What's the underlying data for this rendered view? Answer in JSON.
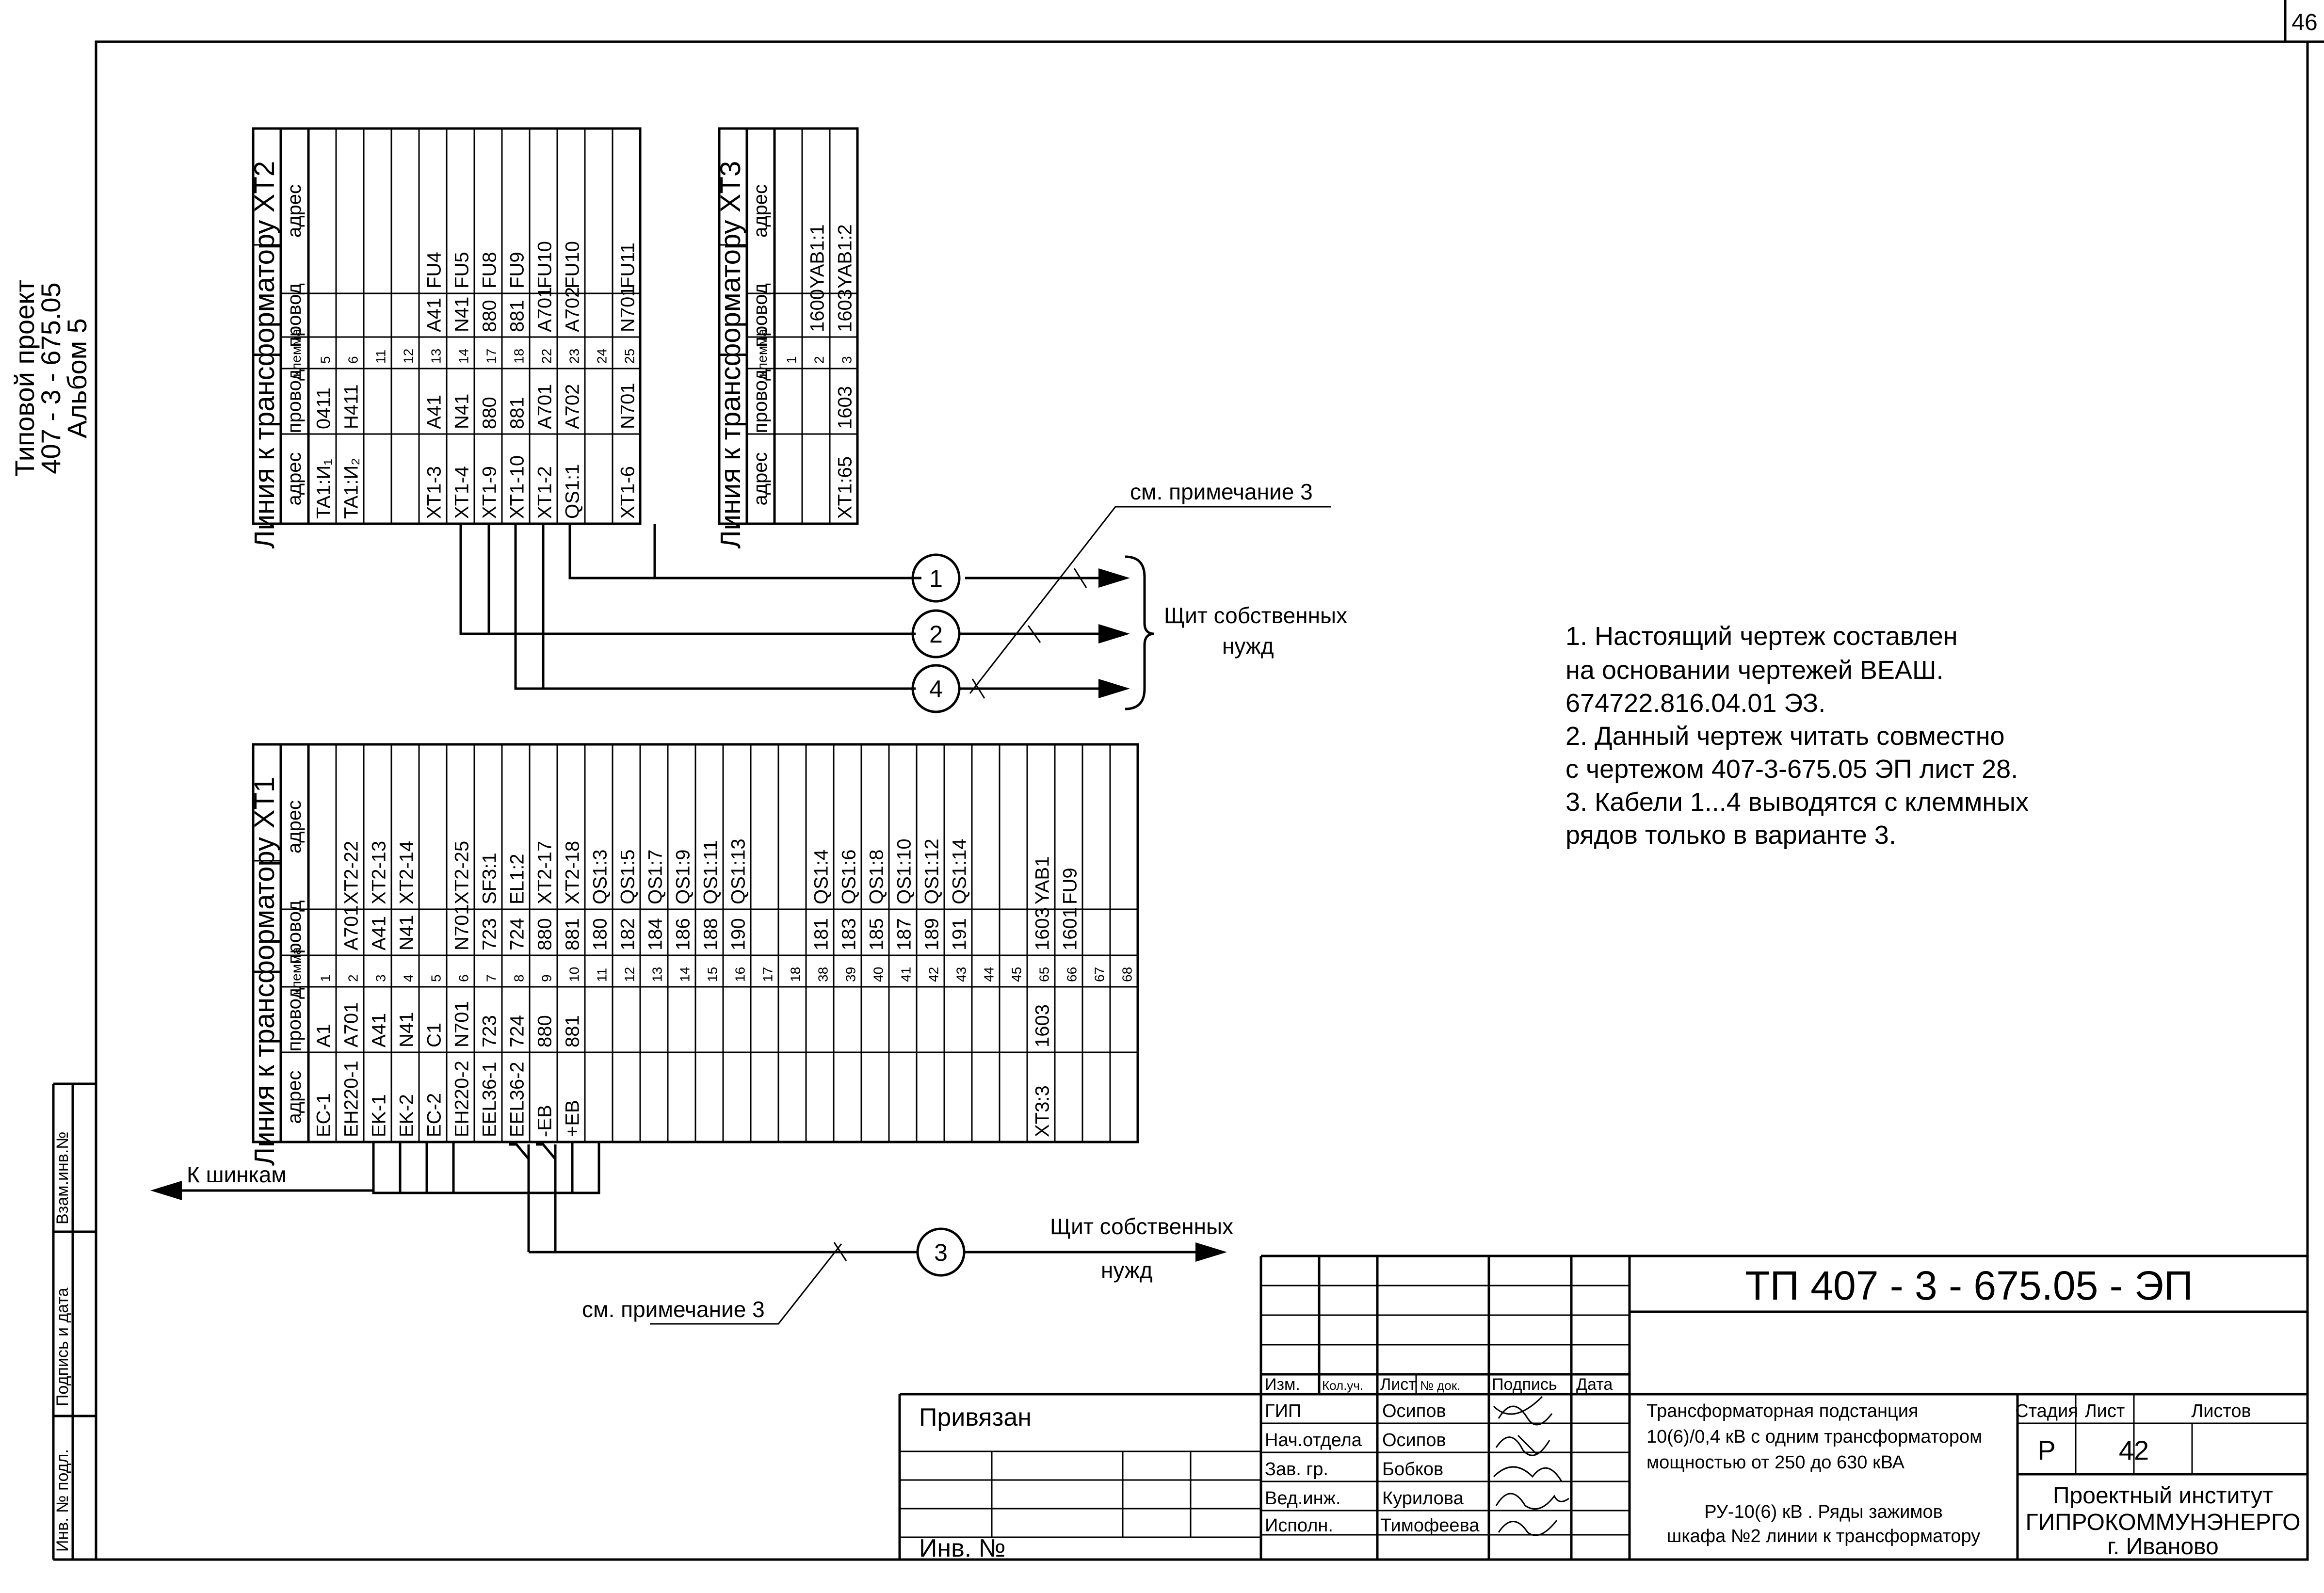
{
  "page_number": "46",
  "side_text": {
    "line1": "Типовой проект",
    "line2": "407 - 3 - 675.05",
    "line3": "Альбом  5"
  },
  "side_stamp": [
    "Инв. № подл.",
    "Подпись и дата",
    "Взам.инв.№"
  ],
  "xt2": {
    "title": "XT2",
    "line_header": "Линия к трансформатору",
    "col_headers": [
      "адрес",
      "провод",
      "клемма",
      "провод",
      "адрес"
    ],
    "rows": [
      [
        "TA1:И₁",
        "0411",
        "5",
        "",
        ""
      ],
      [
        "TA1:И₂",
        "Н411",
        "6",
        "",
        ""
      ],
      [
        "",
        "",
        "11",
        "",
        ""
      ],
      [
        "",
        "",
        "12",
        "",
        ""
      ],
      [
        "XT1-3",
        "A41",
        "13",
        "A41",
        "FU4"
      ],
      [
        "XT1-4",
        "N41",
        "14",
        "N41",
        "FU5"
      ],
      [
        "XT1-9",
        "880",
        "17",
        "880",
        "FU8"
      ],
      [
        "XT1-10",
        "881",
        "18",
        "881",
        "FU9"
      ],
      [
        "XT1-2",
        "A701",
        "22",
        "A701",
        "FU10"
      ],
      [
        "QS1:1",
        "A702",
        "23",
        "A702",
        "FU10"
      ],
      [
        "",
        "",
        "24",
        "",
        ""
      ],
      [
        "XT1-6",
        "N701",
        "25",
        "N701",
        "FU11"
      ]
    ]
  },
  "xt3": {
    "title": "XT3",
    "line_header": "Линия к трансформатору",
    "col_headers": [
      "адрес",
      "провод",
      "клемма",
      "провод",
      "адрес"
    ],
    "rows": [
      [
        "",
        "",
        "1",
        "",
        ""
      ],
      [
        "",
        "",
        "2",
        "1600",
        "YAB1:1"
      ],
      [
        "XT1:65",
        "1603",
        "3",
        "1603",
        "YAB1:2"
      ]
    ]
  },
  "xt1": {
    "title": "XT1",
    "line_header": "Линия к трансформатору",
    "col_headers": [
      "адрес",
      "провод",
      "клемма",
      "провод",
      "адрес"
    ],
    "rows": [
      [
        "EC-1",
        "A1",
        "1",
        "",
        ""
      ],
      [
        "EH220-1",
        "A701",
        "2",
        "A701",
        "XT2-22"
      ],
      [
        "EK-1",
        "A41",
        "3",
        "A41",
        "XT2-13"
      ],
      [
        "EK-2",
        "N41",
        "4",
        "N41",
        "XT2-14"
      ],
      [
        "EC-2",
        "C1",
        "5",
        "",
        ""
      ],
      [
        "EH220-2",
        "N701",
        "6",
        "N701",
        "XT2-25"
      ],
      [
        "EEL36-1",
        "723",
        "7",
        "723",
        "SF3:1"
      ],
      [
        "EEL36-2",
        "724",
        "8",
        "724",
        "EL1:2"
      ],
      [
        "-EB",
        "880",
        "9",
        "880",
        "XT2-17"
      ],
      [
        "+EB",
        "881",
        "10",
        "881",
        "XT2-18"
      ],
      [
        "",
        "",
        "11",
        "180",
        "QS1:3"
      ],
      [
        "",
        "",
        "12",
        "182",
        "QS1:5"
      ],
      [
        "",
        "",
        "13",
        "184",
        "QS1:7"
      ],
      [
        "",
        "",
        "14",
        "186",
        "QS1:9"
      ],
      [
        "",
        "",
        "15",
        "188",
        "QS1:11"
      ],
      [
        "",
        "",
        "16",
        "190",
        "QS1:13"
      ],
      [
        "",
        "",
        "17",
        "",
        ""
      ],
      [
        "",
        "",
        "18",
        "",
        ""
      ],
      [
        "",
        "",
        "38",
        "181",
        "QS1:4"
      ],
      [
        "",
        "",
        "39",
        "183",
        "QS1:6"
      ],
      [
        "",
        "",
        "40",
        "185",
        "QS1:8"
      ],
      [
        "",
        "",
        "41",
        "187",
        "QS1:10"
      ],
      [
        "",
        "",
        "42",
        "189",
        "QS1:12"
      ],
      [
        "",
        "",
        "43",
        "191",
        "QS1:14"
      ],
      [
        "",
        "",
        "44",
        "",
        ""
      ],
      [
        "",
        "",
        "45",
        "",
        ""
      ],
      [
        "XT3:3",
        "1603",
        "65",
        "1603",
        "YAB1"
      ],
      [
        "",
        "",
        "66",
        "1601",
        "FU9"
      ],
      [
        "",
        "",
        "67",
        "",
        ""
      ],
      [
        "",
        "",
        "68",
        "",
        ""
      ]
    ]
  },
  "cables": {
    "c1": "1",
    "c2": "2",
    "c3": "3",
    "c4": "4"
  },
  "labels": {
    "note_ref_top": "см. примечание 3",
    "note_ref_bottom": "см. примечание 3",
    "shield_top_1": "Щит собственных",
    "shield_top_2": "нужд",
    "shield_bottom_1": "Щит собственных",
    "shield_bottom_2": "нужд",
    "to_busbars": "К шинкам"
  },
  "notes": [
    "1. Настоящий чертеж составлен",
    "на основании чертежей ВЕАШ.",
    "674722.816.04.01 ЭЗ.",
    "2. Данный чертеж читать совместно",
    "с чертежом 407-3-675.05 ЭП лист 28.",
    "3. Кабели 1...4 выводятся с клеммных",
    "рядов только  в варианте 3."
  ],
  "title_block": {
    "doc_code": "ТП  407 - 3 - 675.05 - ЭП",
    "tied": "Привязан",
    "inv_no": "Инв. №",
    "head": [
      "Изм.",
      "Кол.уч.",
      "Лист",
      "№ док.",
      "Подпись",
      "Дата"
    ],
    "people": [
      [
        "ГИП",
        "Осипов"
      ],
      [
        "Нач.отдела",
        "Осипов"
      ],
      [
        "Зав. гр.",
        "Бобков"
      ],
      [
        "Вед.инж.",
        "Курилова"
      ],
      [
        "Исполн.",
        "Тимофеева"
      ]
    ],
    "object_1": "Трансформаторная подстанция",
    "object_2": "10(6)/0,4 кВ с одним трансформатором",
    "object_3": "мощностью от 250 до 630 кВА",
    "sheet_title_1": "РУ-10(6) кВ . Ряды зажимов",
    "sheet_title_2": "шкафа №2 линии к трансформатору",
    "stage_label": "Стадия",
    "sheet_label": "Лист",
    "sheets_label": "Листов",
    "stage": "Р",
    "sheet": "42",
    "org_1": "Проектный институт",
    "org_2": "ГИПРОКОММУНЭНЕРГО",
    "org_3": "г. Иваново"
  }
}
